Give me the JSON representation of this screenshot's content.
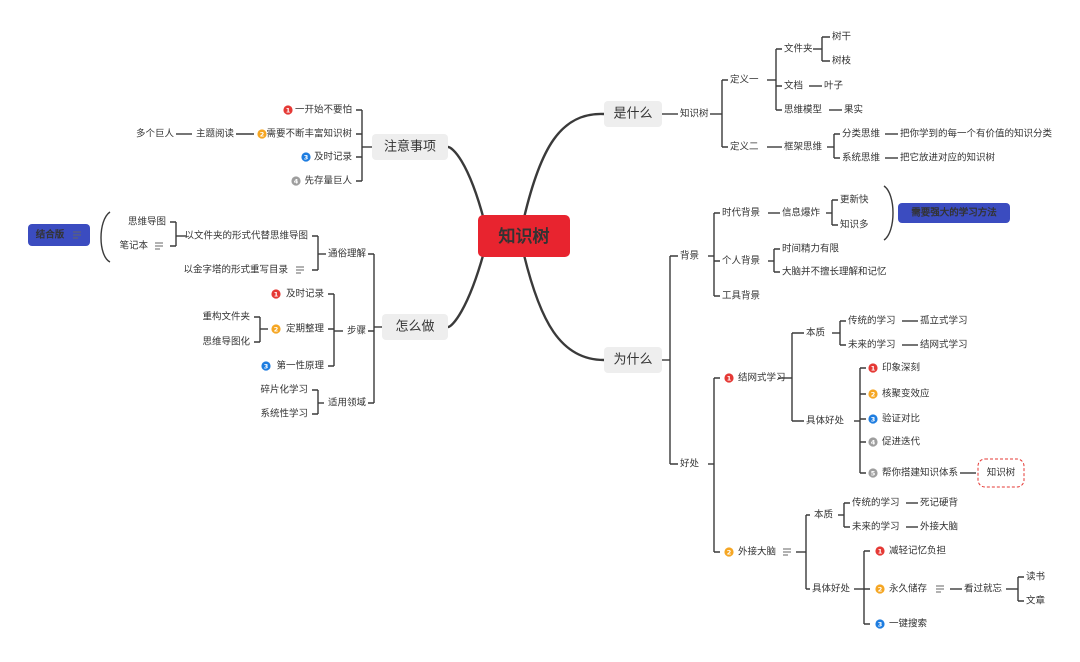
{
  "root": "知识树",
  "colors": {
    "root_bg": "#e8242f",
    "badge_red": "#e53935",
    "badge_yellow": "#f5a623",
    "badge_blue": "#1e7de0",
    "badge_gray": "#9e9e9e",
    "tag_bg": "#3b4cc0",
    "branch_bg": "#eeeeee",
    "line": "#3a3a3a"
  },
  "branches": {
    "what": "是什么",
    "why": "为什么",
    "notes": "注意事项",
    "how": "怎么做"
  },
  "what": {
    "knowledge_tree": "知识树",
    "def1": "定义一",
    "folder": "文件夹",
    "trunk": "树干",
    "twig": "树枝",
    "document": "文档",
    "leaf": "叶子",
    "thinking_model": "思维模型",
    "fruit": "果实",
    "def2": "定义二",
    "framework_thinking": "框架思维",
    "classify_thinking": "分类思维",
    "classify_detail": "把你学到的每一个有价值的知识分类",
    "system_thinking": "系统思维",
    "system_detail": "把它放进对应的知识树"
  },
  "why": {
    "background": "背景",
    "era_background": "时代背景",
    "info_explosion": "信息爆炸",
    "fast_update": "更新快",
    "much_knowledge": "知识多",
    "need_method": "需要强大的学习方法",
    "personal_background": "个人背景",
    "limited_time": "时间精力有限",
    "brain_weak": "大脑并不擅长理解和记忆",
    "tool_background": "工具背景",
    "benefits": "好处",
    "structured_learning": "结网式学习",
    "essence": "本质",
    "traditional_learning": "传统的学习",
    "isolated_learning": "孤立式学习",
    "future_learning": "未来的学习",
    "net_learning": "结网式学习",
    "specific_benefits": "具体好处",
    "b1": "印象深刻",
    "b2": "核聚变效应",
    "b3": "验证对比",
    "b4": "促进迭代",
    "b5": "帮你搭建知识体系",
    "b5_target": "知识树",
    "external_brain": "外接大脑",
    "essence2": "本质",
    "traditional2": "传统的学习",
    "rote": "死记硬背",
    "future2": "未来的学习",
    "ext_brain2": "外接大脑",
    "specific2": "具体好处",
    "e1": "减轻记忆负担",
    "e2": "永久储存",
    "forget": "看过就忘",
    "read_book": "读书",
    "article": "文章",
    "e3": "一键搜索"
  },
  "notes": {
    "n1": "一开始不要怕",
    "n2": "需要不断丰富知识树",
    "topic_reading": "主题阅读",
    "many_giants": "多个巨人",
    "n3": "及时记录",
    "n4": "先存量巨人"
  },
  "how": {
    "popular_understanding": "通俗理解",
    "folder_as_map": "以文件夹的形式代替思维导图",
    "mind_map": "思维导图",
    "notebook": "笔记本",
    "combined": "结合版",
    "pyramid": "以金字塔的形式重写目录",
    "steps": "步骤",
    "s1": "及时记录",
    "s2": "定期整理",
    "restructure": "重构文件夹",
    "visualize": "思维导图化",
    "s3": "第一性原理",
    "domains": "适用领域",
    "fragment": "碎片化学习",
    "systematic": "系统性学习"
  }
}
